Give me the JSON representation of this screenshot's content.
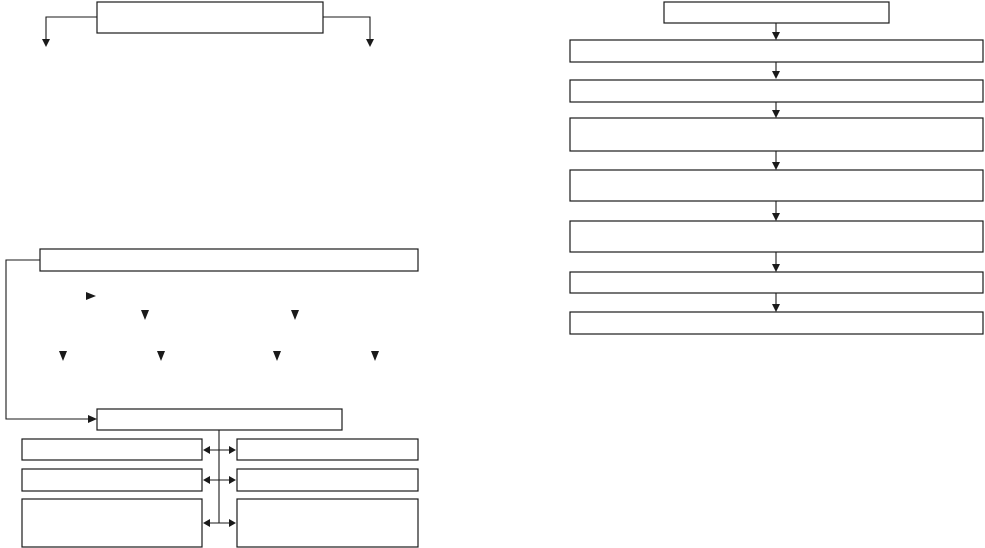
{
  "colors": {
    "line": "#1a1a1a",
    "background": "#ffffff"
  },
  "boxes": [
    {
      "id": "top-center",
      "text": ""
    },
    {
      "id": "mid-wide",
      "text": ""
    },
    {
      "id": "lower-center",
      "text": ""
    },
    {
      "id": "left-row-1",
      "text": ""
    },
    {
      "id": "left-row-2",
      "text": ""
    },
    {
      "id": "left-row-3",
      "text": ""
    },
    {
      "id": "right-row-1",
      "text": ""
    },
    {
      "id": "right-row-2",
      "text": ""
    },
    {
      "id": "right-row-3",
      "text": ""
    },
    {
      "id": "flow-header",
      "text": ""
    },
    {
      "id": "flow-step-1",
      "text": ""
    },
    {
      "id": "flow-step-2",
      "text": ""
    },
    {
      "id": "flow-step-3",
      "text": ""
    },
    {
      "id": "flow-step-4",
      "text": ""
    },
    {
      "id": "flow-step-5",
      "text": ""
    },
    {
      "id": "flow-step-6",
      "text": ""
    },
    {
      "id": "flow-step-7",
      "text": ""
    }
  ]
}
